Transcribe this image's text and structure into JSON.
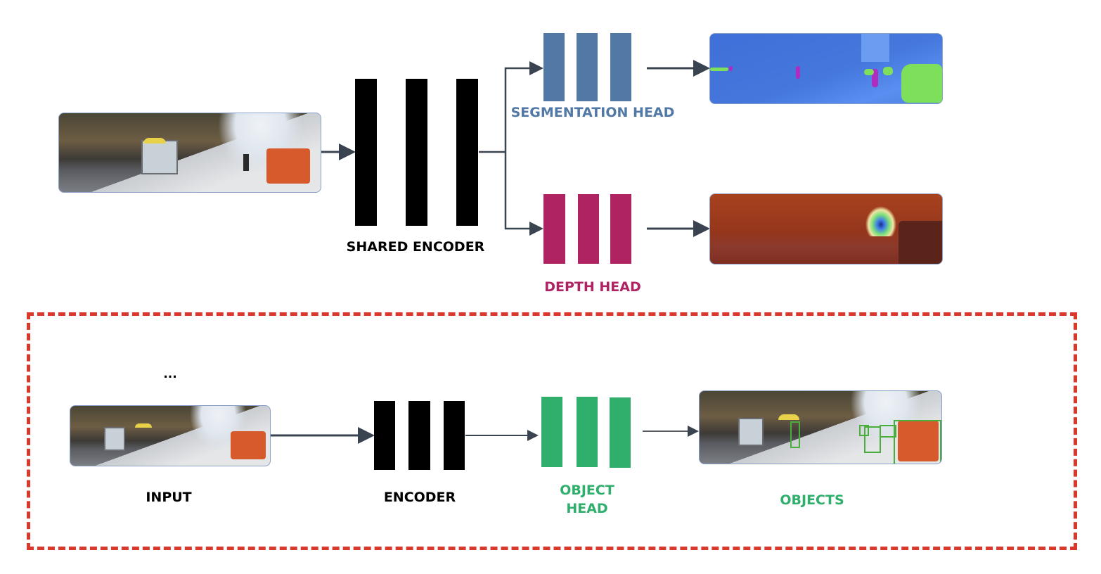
{
  "top_pipeline": {
    "encoder_label": "SHARED ENCODER",
    "segmentation_label": "SEGMENTATION HEAD",
    "depth_label": "DEPTH HEAD"
  },
  "bottom_pipeline": {
    "ellipsis": "...",
    "input_label": "INPUT",
    "encoder_label": "ENCODER",
    "object_head_label_line1": "OBJECT",
    "object_head_label_line2": "HEAD",
    "objects_label": "OBJECTS"
  },
  "colors": {
    "encoder": "#000000",
    "segmentation": "#5279a6",
    "depth": "#b02363",
    "object": "#2fae6c",
    "arrow": "#3a4450",
    "dashed_border": "#d9392a",
    "detection_box": "#4aae3c"
  }
}
